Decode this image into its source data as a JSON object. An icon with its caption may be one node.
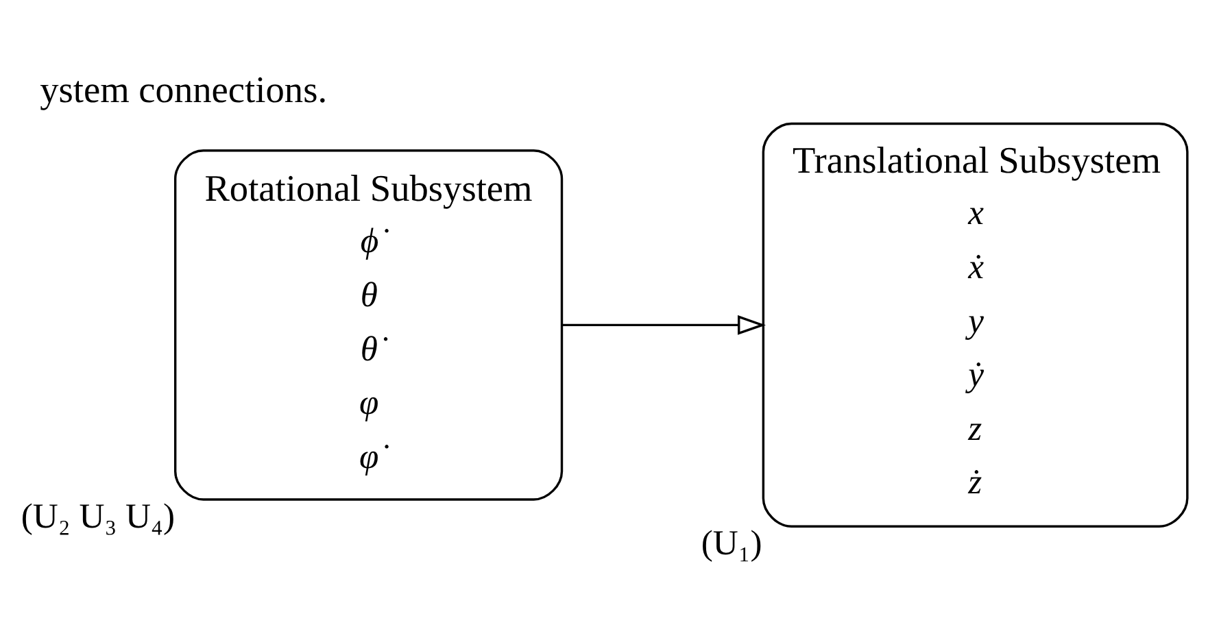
{
  "diagram": {
    "caption": "ystem connections.",
    "nodes": [
      {
        "text": [
          "Rotational Subsystem",
          "ϕ̇",
          "θ",
          "θ̇",
          "φ",
          "φ̇"
        ],
        "beside": [
          "(U₂ U₃ U₄)"
        ]
      },
      {
        "text": [
          "Translational Subsystem",
          "x",
          "ẋ",
          "y",
          "ẏ",
          "z",
          "ż"
        ],
        "beside": [
          "(U₁)"
        ]
      }
    ],
    "edges": [
      {
        "from": 0,
        "to": 1,
        "arrow": "to"
      }
    ]
  }
}
